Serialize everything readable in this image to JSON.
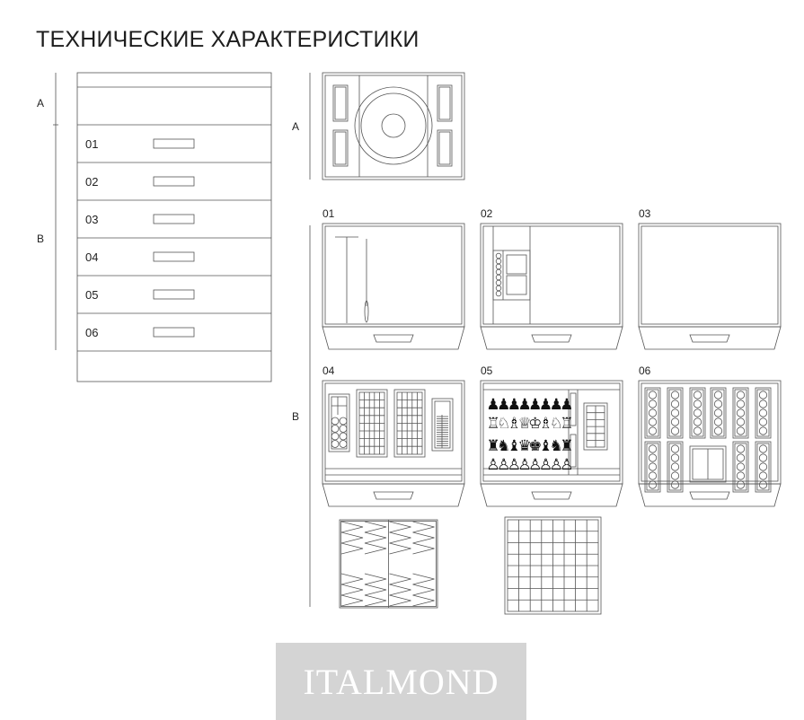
{
  "title": "ТЕХНИЧЕСКИЕ ХАРАКТЕРИСТИКИ",
  "left_diagram": {
    "section_a": "A",
    "section_b": "B",
    "rows": [
      "01",
      "02",
      "03",
      "04",
      "05",
      "06"
    ]
  },
  "right_diagram": {
    "section_a": "A",
    "section_b": "B",
    "modules": [
      "01",
      "02",
      "03",
      "04",
      "05",
      "06"
    ]
  },
  "chess_pieces": {
    "black_pawn": "♟",
    "white_row": [
      "♖",
      "♘",
      "♗",
      "♕",
      "♔",
      "♗",
      "♘",
      "♖"
    ],
    "black_row": [
      "♜",
      "♞",
      "♝",
      "♛",
      "♚",
      "♝",
      "♞",
      "♜"
    ],
    "white_pawn": "♙"
  },
  "logo": "ITALMOND",
  "colors": {
    "line": "#555555",
    "logo_bg": "#d4d4d4"
  }
}
